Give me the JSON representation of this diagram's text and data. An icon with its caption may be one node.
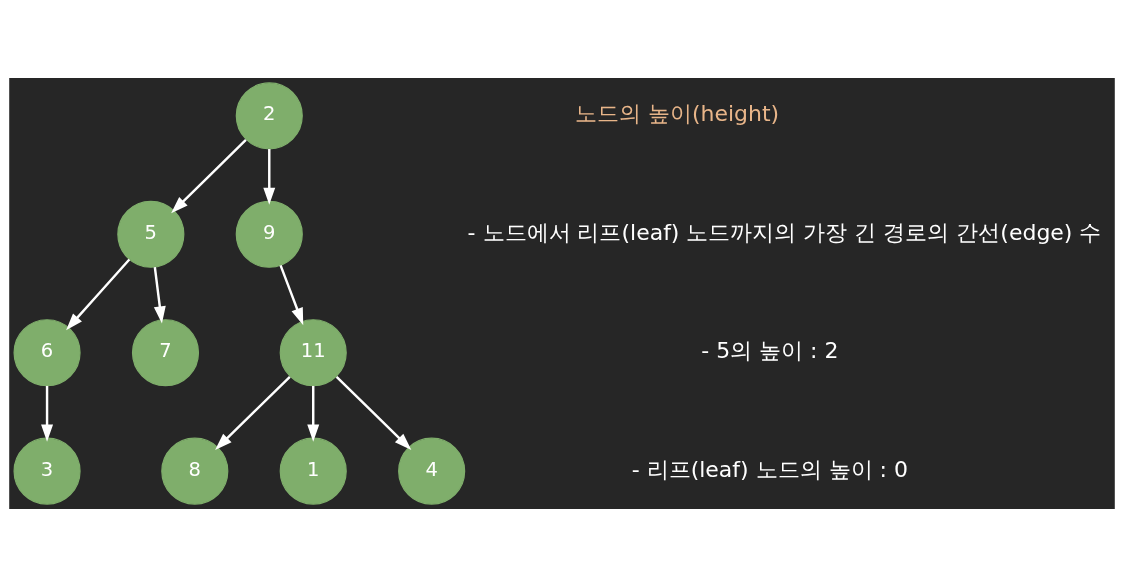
{
  "diagram": {
    "nodes": [
      {
        "text": [
          "2"
        ]
      },
      {
        "text": [
          "5"
        ]
      },
      {
        "text": [
          "9"
        ]
      },
      {
        "text": [
          "6"
        ]
      },
      {
        "text": [
          "7"
        ]
      },
      {
        "text": [
          "11"
        ]
      },
      {
        "text": [
          "3"
        ]
      },
      {
        "text": [
          "8"
        ]
      },
      {
        "text": [
          "1"
        ]
      },
      {
        "text": [
          "4"
        ]
      }
    ],
    "edges": [
      {
        "from": 0,
        "to": 1,
        "arrow": "to"
      },
      {
        "from": 0,
        "to": 2,
        "arrow": "to"
      },
      {
        "from": 1,
        "to": 3,
        "arrow": "to"
      },
      {
        "from": 1,
        "to": 4,
        "arrow": "to"
      },
      {
        "from": 2,
        "to": 5,
        "arrow": "to"
      },
      {
        "from": 3,
        "to": 6,
        "arrow": "to"
      },
      {
        "from": 5,
        "to": 7,
        "arrow": "to"
      },
      {
        "from": 5,
        "to": 8,
        "arrow": "to"
      },
      {
        "from": 5,
        "to": 9,
        "arrow": "to"
      }
    ],
    "labels": [
      "노드의 높이(height)",
      "- 노드에서 리프(leaf) 노드까지의 가장 긴 경로의 간선(edge) 수",
      "- 5의 높이 : 2",
      "- 리프(leaf) 노드의 높이 : 0"
    ]
  }
}
